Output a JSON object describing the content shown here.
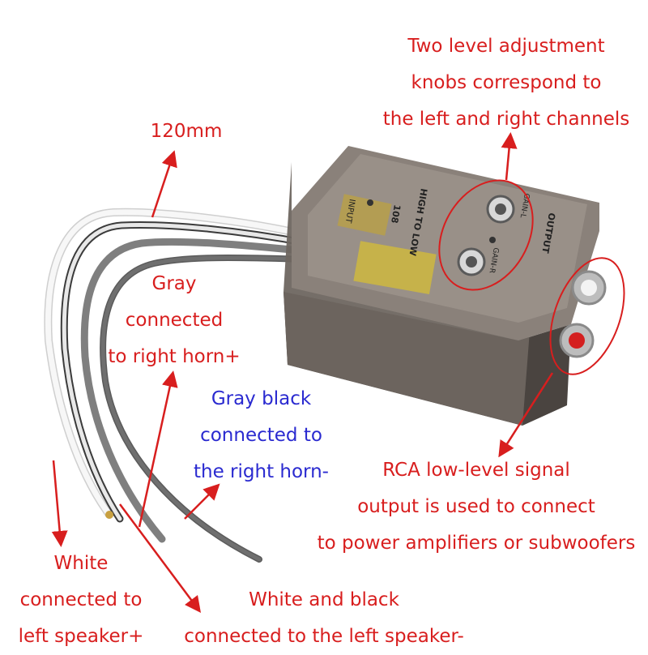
{
  "colors": {
    "annotation_red": "#d81e1e",
    "annotation_blue": "#2a2ad0",
    "housing": "#6e6660",
    "wire_white": "#f4f4f4",
    "wire_gray": "#8a8a8a",
    "wire_dark": "#555555"
  },
  "annotations": {
    "knobs": {
      "line1": "Two level adjustment",
      "line2": "knobs correspond to",
      "line3": "the left and right channels"
    },
    "length": "120mm",
    "gray": {
      "line1": "Gray",
      "line2": "connected",
      "line3": "to right horn+"
    },
    "gray_black": {
      "line1": "Gray black",
      "line2": "connected to",
      "line3": "the right horn-"
    },
    "rca": {
      "line1": "RCA low-level signal",
      "line2": "output is used to connect",
      "line3": "to power amplifiers or subwoofers"
    },
    "white": {
      "line1": "White",
      "line2": "connected to",
      "line3": "left speaker+"
    },
    "white_black": {
      "line1": "White and black",
      "line2": "connected to the left speaker-"
    }
  },
  "device": {
    "brand_text": "HIGH TO LOW",
    "model": "108",
    "output_label": "OUTPUT",
    "input_label": "INPUT",
    "gain_l": "GAIN-L",
    "gain_r": "GAIN-R"
  }
}
